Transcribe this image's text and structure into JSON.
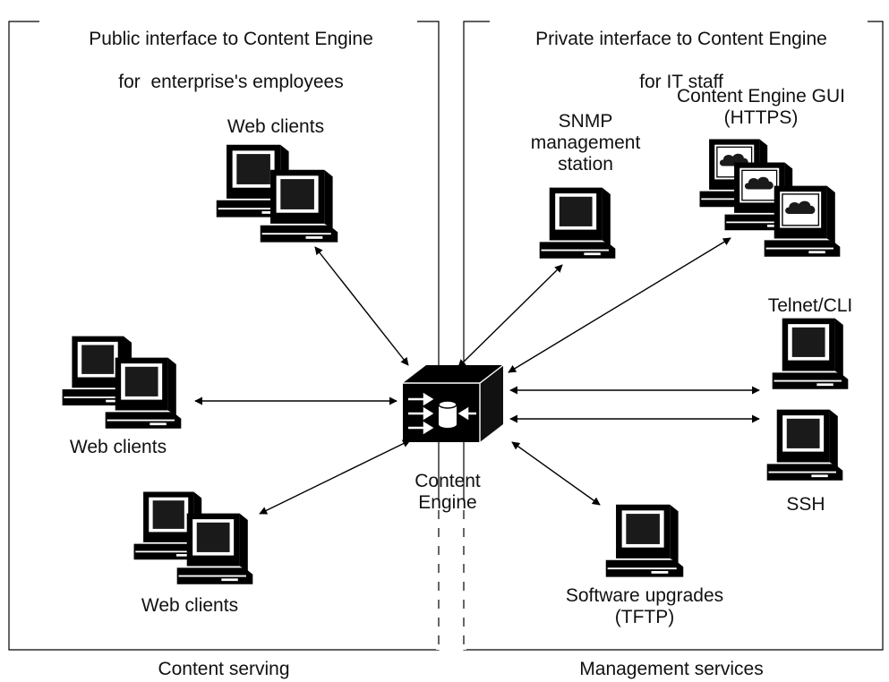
{
  "panels": {
    "public": {
      "title_line1": "Public interface to Content Engine",
      "title_line2": "for  enterprise's employees",
      "caption": "Content serving"
    },
    "private": {
      "title_line1": "Private interface to Content Engine",
      "title_line2": "for IT staff",
      "caption": "Management services"
    }
  },
  "nodes": {
    "content_engine": "Content\nEngine",
    "web_clients_top": "Web clients",
    "web_clients_left": "Web clients",
    "web_clients_bottom": "Web clients",
    "snmp": "SNMP\nmanagement\nstation",
    "gui": "Content Engine GUI\n(HTTPS)",
    "telnet": "Telnet/CLI",
    "ssh": "SSH",
    "software": "Software upgrades\n(TFTP)"
  },
  "icons": {
    "workstation": "workstation-icon",
    "content_engine": "content-engine-icon",
    "gui_screen": "cloud-screen-icon"
  },
  "colors": {
    "stroke": "#000000",
    "screen": "#1a1a1a"
  }
}
